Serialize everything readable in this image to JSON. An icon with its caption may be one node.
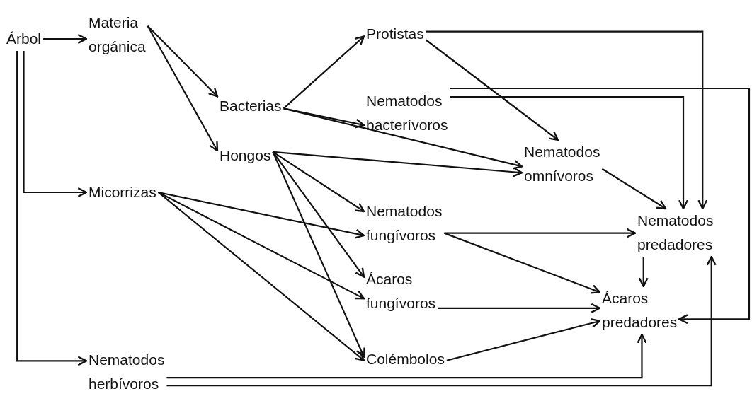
{
  "diagram": {
    "nodes": [
      {
        "text": [
          "Árbol"
        ]
      },
      {
        "text": [
          "Materia orgánica"
        ]
      },
      {
        "text": [
          "Bacterias"
        ]
      },
      {
        "text": [
          "Hongos"
        ]
      },
      {
        "text": [
          "Micorrizas"
        ]
      },
      {
        "text": [
          "Nematodos herbívoros"
        ]
      },
      {
        "text": [
          "Protistas"
        ]
      },
      {
        "text": [
          "Nematodos bacterívoros"
        ]
      },
      {
        "text": [
          "Nematodos omnívoros"
        ]
      },
      {
        "text": [
          "Nematodos fungívoros"
        ]
      },
      {
        "text": [
          "Ácaros fungívoros"
        ]
      },
      {
        "text": [
          "Colémbolos"
        ]
      },
      {
        "text": [
          "Nematodos predadores"
        ]
      },
      {
        "text": [
          "Ácaros predadores"
        ]
      }
    ],
    "edges": [
      {
        "from": 0,
        "to": 1,
        "arrow": "to"
      },
      {
        "from": 0,
        "to": 4,
        "arrow": "to"
      },
      {
        "from": 0,
        "to": 5,
        "arrow": "to"
      },
      {
        "from": 1,
        "to": 2,
        "arrow": "to"
      },
      {
        "from": 1,
        "to": 3,
        "arrow": "to"
      },
      {
        "from": 2,
        "to": 6,
        "arrow": "to"
      },
      {
        "from": 2,
        "to": 7,
        "arrow": "to"
      },
      {
        "from": 2,
        "to": 8,
        "arrow": "to"
      },
      {
        "from": 3,
        "to": 8,
        "arrow": "to"
      },
      {
        "from": 3,
        "to": 9,
        "arrow": "to"
      },
      {
        "from": 3,
        "to": 10,
        "arrow": "to"
      },
      {
        "from": 3,
        "to": 11,
        "arrow": "to"
      },
      {
        "from": 4,
        "to": 9,
        "arrow": "to"
      },
      {
        "from": 4,
        "to": 10,
        "arrow": "to"
      },
      {
        "from": 4,
        "to": 11,
        "arrow": "to"
      },
      {
        "from": 6,
        "to": 8,
        "arrow": "to"
      },
      {
        "from": 6,
        "to": 12,
        "arrow": "to"
      },
      {
        "from": 7,
        "to": 12,
        "arrow": "to"
      },
      {
        "from": 7,
        "to": 13,
        "arrow": "to"
      },
      {
        "from": 5,
        "to": 13,
        "arrow": "to"
      },
      {
        "from": 5,
        "to": 12,
        "arrow": "to"
      },
      {
        "from": 8,
        "to": 12,
        "arrow": "to"
      },
      {
        "from": 9,
        "to": 12,
        "arrow": "to"
      },
      {
        "from": 9,
        "to": 13,
        "arrow": "to"
      },
      {
        "from": 10,
        "to": 13,
        "arrow": "to"
      },
      {
        "from": 11,
        "to": 13,
        "arrow": "to"
      },
      {
        "from": 12,
        "to": 13,
        "arrow": "to"
      }
    ]
  }
}
